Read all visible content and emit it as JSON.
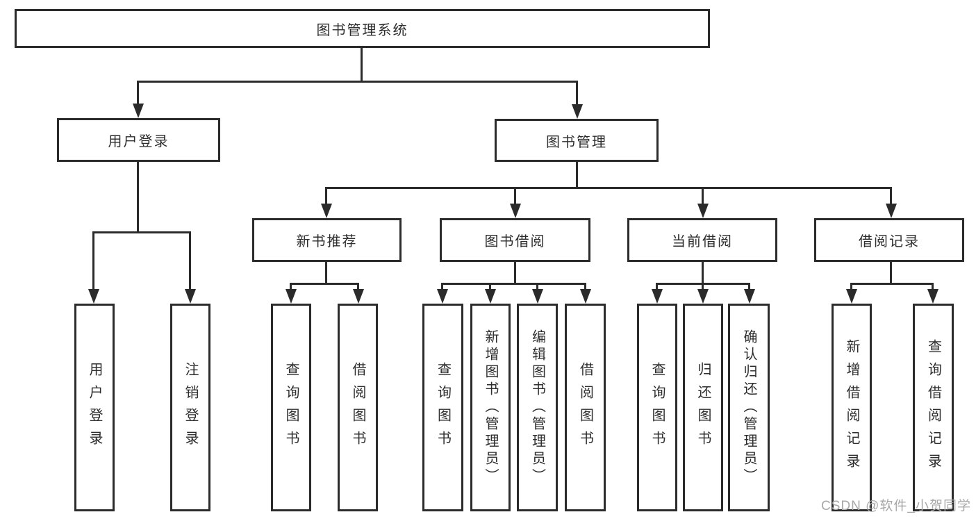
{
  "diagram": {
    "root": "图书管理系统",
    "level2": {
      "user_login": "用户登录",
      "book_mgmt": "图书管理"
    },
    "level3": {
      "new_books": "新书推荐",
      "book_borrow": "图书借阅",
      "current_borrow": "当前借阅",
      "borrow_records": "借阅记录"
    },
    "leaves": {
      "user_login": [
        "用户登录",
        "注销登录"
      ],
      "new_books": [
        "查询图书",
        "借阅图书"
      ],
      "book_borrow": [
        "查询图书",
        "新增图书（管理员）",
        "编辑图书（管理员）",
        "借阅图书"
      ],
      "current_borrow": [
        "查询图书",
        "归还图书",
        "确认归还（管理员）"
      ],
      "borrow_records": [
        "新增借阅记录",
        "查询借阅记录"
      ]
    }
  },
  "watermark": "CSDN @软件_小贺同学",
  "colors": {
    "line": "#2b2b2b",
    "text": "#2d2d2d",
    "watermark": "#a8a8a8",
    "background": "#ffffff"
  }
}
